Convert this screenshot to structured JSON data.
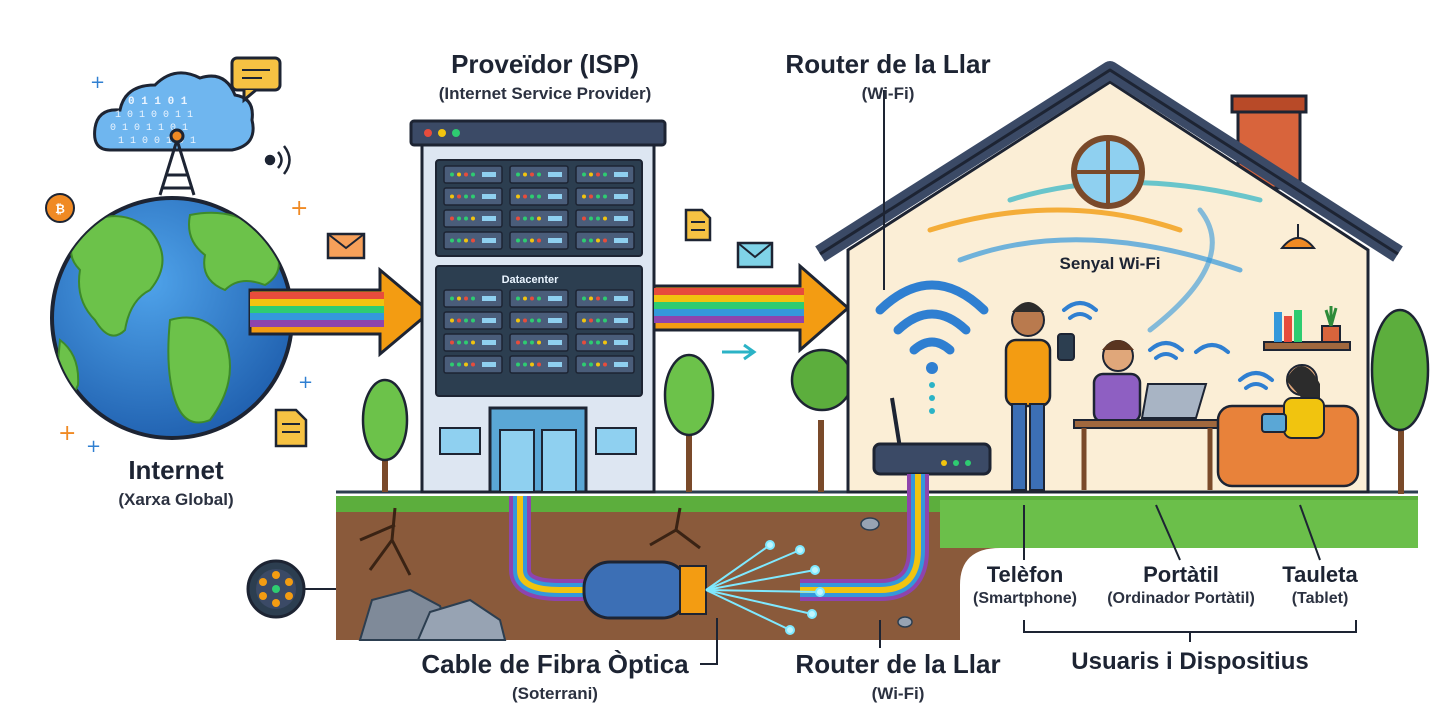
{
  "internet": {
    "title": "Internet",
    "subtitle": "(Xarxa Global)"
  },
  "isp": {
    "title": "Proveïdor (ISP)",
    "subtitle": "(Internet Service Provider)",
    "datacenter": "Datacenter"
  },
  "router_top": {
    "title": "Router de la Llar",
    "subtitle": "(Wi-Fi)"
  },
  "router_bottom": {
    "title": "Router de la Llar",
    "subtitle": "(Wi-Fi)"
  },
  "wifi_signal": "Senyal Wi-Fi",
  "fiber": {
    "title": "Cable de Fibra Òptica",
    "subtitle": "(Soterrani)"
  },
  "devices": {
    "phone": {
      "title": "Telèfon",
      "subtitle": "(Smartphone)"
    },
    "laptop": {
      "title": "Portàtil",
      "subtitle": "(Ordinador Portàtil)"
    },
    "tablet": {
      "title": "Tauleta",
      "subtitle": "(Tablet)"
    },
    "group": "Usuaris i Dispositius"
  },
  "binary": [
    "0 1 1 0 1",
    "1 0 1 0 0 1 1",
    "0 1 0 1 1 0 1",
    "1 1 0 0 1 0 1"
  ],
  "colors": {
    "fiber_bands": [
      "#e74c3c",
      "#f39c12",
      "#f1c40f",
      "#2ecc71",
      "#3498db",
      "#8e44ad"
    ],
    "ocean": "#2f7fd1",
    "land": "#6cc24a",
    "roof": "#3b4a66",
    "wall": "#fbeed6",
    "soil": "#8a5a3b"
  },
  "icons": [
    "globe-icon",
    "cloud-icon",
    "antenna-icon",
    "server-rack-icon",
    "email-icon",
    "document-icon",
    "wifi-icon",
    "router-icon",
    "fiber-cable-icon",
    "house-icon",
    "tree-icon"
  ]
}
